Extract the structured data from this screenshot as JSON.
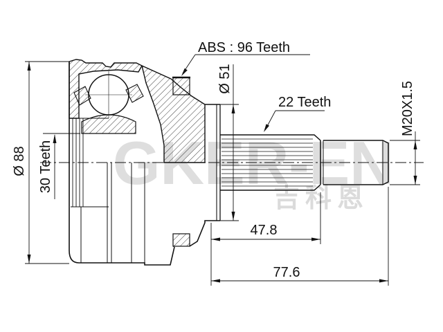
{
  "drawing_labels": {
    "abs_teeth": "ABS : 96 Teeth",
    "shaft_teeth": "22 Teeth",
    "race_teeth": "30 Teeth",
    "outer_diameter": "Ø 88",
    "inner_diameter": "Ø 51",
    "thread_spec": "M20X1.5",
    "spline_length": "47.8",
    "overall_length": "77.6"
  },
  "watermark": {
    "brand": "GKER-EN",
    "brand_cjk": "吉科恩"
  },
  "colors": {
    "line": "#1a1a1a",
    "background": "#ffffff",
    "watermark": "#c3c3c3"
  }
}
